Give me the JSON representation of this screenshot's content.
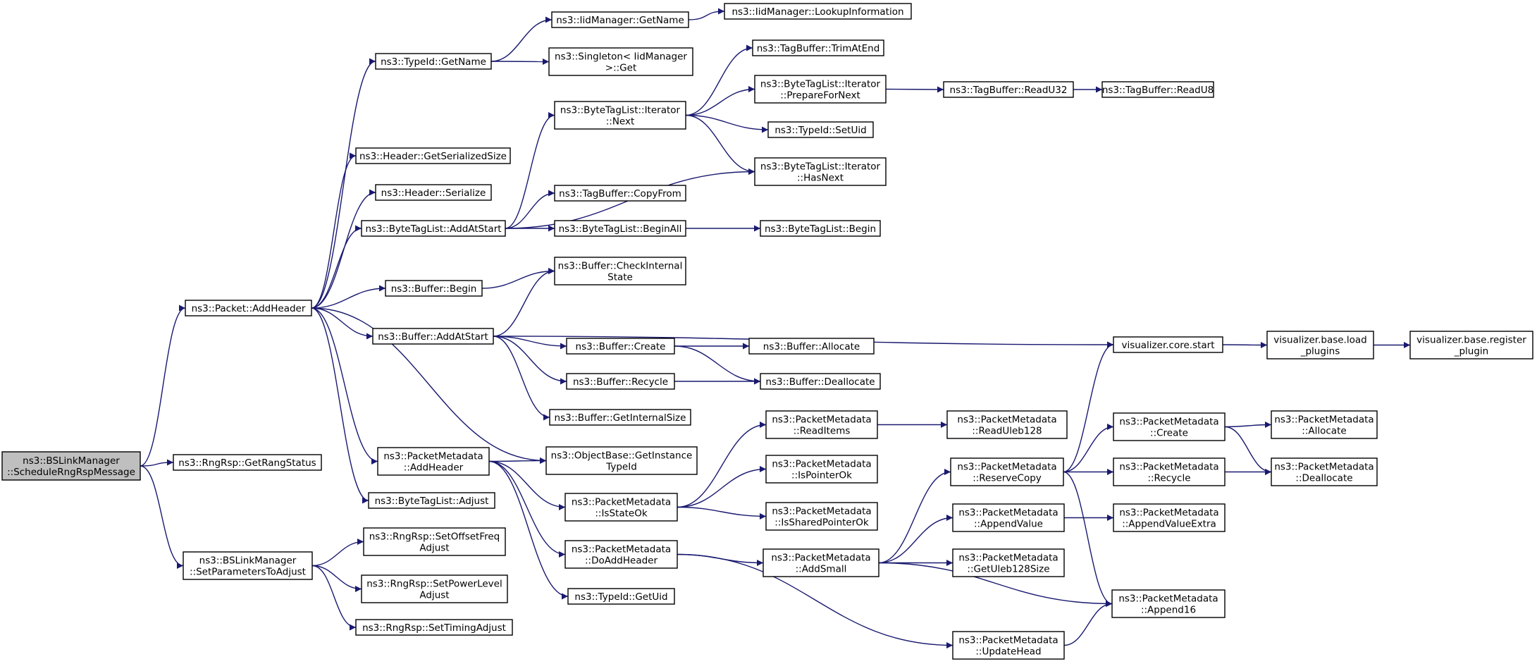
{
  "graph": {
    "edge_color": "#191970",
    "root_fill": "#bfbfbf",
    "nodes": [
      {
        "id": "root",
        "lines": [
          "ns3::BSLinkManager",
          "::ScheduleRngRspMessage"
        ],
        "root": true
      },
      {
        "id": "addHeader",
        "lines": [
          "ns3::Packet::AddHeader"
        ]
      },
      {
        "id": "getRangStatus",
        "lines": [
          "ns3::RngRsp::GetRangStatus"
        ]
      },
      {
        "id": "setParams",
        "lines": [
          "ns3::BSLinkManager",
          "::SetParametersToAdjust"
        ]
      },
      {
        "id": "typeGetName",
        "lines": [
          "ns3::TypeId::GetName"
        ]
      },
      {
        "id": "hdrSerSize",
        "lines": [
          "ns3::Header::GetSerializedSize"
        ]
      },
      {
        "id": "hdrSerialize",
        "lines": [
          "ns3::Header::Serialize"
        ]
      },
      {
        "id": "btlAddAtStart",
        "lines": [
          "ns3::ByteTagList::AddAtStart"
        ]
      },
      {
        "id": "bufBegin",
        "lines": [
          "ns3::Buffer::Begin"
        ]
      },
      {
        "id": "bufAddAtStart",
        "lines": [
          "ns3::Buffer::AddAtStart"
        ]
      },
      {
        "id": "pmAddHeader",
        "lines": [
          "ns3::PacketMetadata",
          "::AddHeader"
        ]
      },
      {
        "id": "btlAdjust",
        "lines": [
          "ns3::ByteTagList::Adjust"
        ]
      },
      {
        "id": "setOffset",
        "lines": [
          "ns3::RngRsp::SetOffsetFreq",
          "Adjust"
        ]
      },
      {
        "id": "setPower",
        "lines": [
          "ns3::RngRsp::SetPowerLevel",
          "Adjust"
        ]
      },
      {
        "id": "setTiming",
        "lines": [
          "ns3::RngRsp::SetTimingAdjust"
        ]
      },
      {
        "id": "iidGetName",
        "lines": [
          "ns3::IidManager::GetName"
        ]
      },
      {
        "id": "singletonGet",
        "lines": [
          "ns3::Singleton< IidManager",
          ">::Get"
        ]
      },
      {
        "id": "iidLookup",
        "lines": [
          "ns3::IidManager::LookupInformation"
        ]
      },
      {
        "id": "btlIterNext",
        "lines": [
          "ns3::ByteTagList::Iterator",
          "::Next"
        ]
      },
      {
        "id": "tbCopyFrom",
        "lines": [
          "ns3::TagBuffer::CopyFrom"
        ]
      },
      {
        "id": "btlBeginAll",
        "lines": [
          "ns3::ByteTagList::BeginAll"
        ]
      },
      {
        "id": "tbTrimAtEnd",
        "lines": [
          "ns3::TagBuffer::TrimAtEnd"
        ]
      },
      {
        "id": "btlPrepare",
        "lines": [
          "ns3::ByteTagList::Iterator",
          "::PrepareForNext"
        ]
      },
      {
        "id": "typeSetUid",
        "lines": [
          "ns3::TypeId::SetUid"
        ]
      },
      {
        "id": "btlHasNext",
        "lines": [
          "ns3::ByteTagList::Iterator",
          "::HasNext"
        ]
      },
      {
        "id": "tbReadU32",
        "lines": [
          "ns3::TagBuffer::ReadU32"
        ]
      },
      {
        "id": "tbReadU8",
        "lines": [
          "ns3::TagBuffer::ReadU8"
        ]
      },
      {
        "id": "btlBegin",
        "lines": [
          "ns3::ByteTagList::Begin"
        ]
      },
      {
        "id": "bufCheckInternal",
        "lines": [
          "ns3::Buffer::CheckInternal",
          "State"
        ]
      },
      {
        "id": "bufCreate",
        "lines": [
          "ns3::Buffer::Create"
        ]
      },
      {
        "id": "bufRecycle",
        "lines": [
          "ns3::Buffer::Recycle"
        ]
      },
      {
        "id": "bufGetInternalSize",
        "lines": [
          "ns3::Buffer::GetInternalSize"
        ]
      },
      {
        "id": "bufAllocate",
        "lines": [
          "ns3::Buffer::Allocate"
        ]
      },
      {
        "id": "bufDeallocate",
        "lines": [
          "ns3::Buffer::Deallocate"
        ]
      },
      {
        "id": "vizCoreStart",
        "lines": [
          "visualizer.core.start"
        ]
      },
      {
        "id": "vizLoadPlugins",
        "lines": [
          "visualizer.base.load",
          "_plugins"
        ]
      },
      {
        "id": "vizRegisterPlugin",
        "lines": [
          "visualizer.base.register",
          "_plugin"
        ]
      },
      {
        "id": "objGetInstanceTypeId",
        "lines": [
          "ns3::ObjectBase::GetInstance",
          "TypeId"
        ]
      },
      {
        "id": "pmIsStateOk",
        "lines": [
          "ns3::PacketMetadata",
          "::IsStateOk"
        ]
      },
      {
        "id": "pmDoAddHeader",
        "lines": [
          "ns3::PacketMetadata",
          "::DoAddHeader"
        ]
      },
      {
        "id": "typeGetUid",
        "lines": [
          "ns3::TypeId::GetUid"
        ]
      },
      {
        "id": "pmReadItems",
        "lines": [
          "ns3::PacketMetadata",
          "::ReadItems"
        ]
      },
      {
        "id": "pmIsPointerOk",
        "lines": [
          "ns3::PacketMetadata",
          "::IsPointerOk"
        ]
      },
      {
        "id": "pmIsSharedPointerOk",
        "lines": [
          "ns3::PacketMetadata",
          "::IsSharedPointerOk"
        ]
      },
      {
        "id": "pmAddSmall",
        "lines": [
          "ns3::PacketMetadata",
          "::AddSmall"
        ]
      },
      {
        "id": "pmUpdateHead",
        "lines": [
          "ns3::PacketMetadata",
          "::UpdateHead"
        ]
      },
      {
        "id": "pmReadUleb128",
        "lines": [
          "ns3::PacketMetadata",
          "::ReadUleb128"
        ]
      },
      {
        "id": "pmReserveCopy",
        "lines": [
          "ns3::PacketMetadata",
          "::ReserveCopy"
        ]
      },
      {
        "id": "pmAppendValue",
        "lines": [
          "ns3::PacketMetadata",
          "::AppendValue"
        ]
      },
      {
        "id": "pmGetUleb128Size",
        "lines": [
          "ns3::PacketMetadata",
          "::GetUleb128Size"
        ]
      },
      {
        "id": "pmAppend16",
        "lines": [
          "ns3::PacketMetadata",
          "::Append16"
        ]
      },
      {
        "id": "pmCreate",
        "lines": [
          "ns3::PacketMetadata",
          "::Create"
        ]
      },
      {
        "id": "pmRecycle",
        "lines": [
          "ns3::PacketMetadata",
          "::Recycle"
        ]
      },
      {
        "id": "pmAppendValueExtra",
        "lines": [
          "ns3::PacketMetadata",
          "::AppendValueExtra"
        ]
      },
      {
        "id": "pmAllocate",
        "lines": [
          "ns3::PacketMetadata",
          "::Allocate"
        ]
      },
      {
        "id": "pmDeallocate",
        "lines": [
          "ns3::PacketMetadata",
          "::Deallocate"
        ]
      }
    ],
    "edges": [
      [
        "root",
        "addHeader"
      ],
      [
        "root",
        "getRangStatus"
      ],
      [
        "root",
        "setParams"
      ],
      [
        "addHeader",
        "typeGetName"
      ],
      [
        "addHeader",
        "hdrSerSize"
      ],
      [
        "addHeader",
        "hdrSerialize"
      ],
      [
        "addHeader",
        "btlAddAtStart"
      ],
      [
        "addHeader",
        "bufBegin"
      ],
      [
        "addHeader",
        "bufAddAtStart"
      ],
      [
        "addHeader",
        "objGetInstanceTypeId"
      ],
      [
        "addHeader",
        "pmAddHeader"
      ],
      [
        "addHeader",
        "btlAdjust"
      ],
      [
        "setParams",
        "setOffset"
      ],
      [
        "setParams",
        "setPower"
      ],
      [
        "setParams",
        "setTiming"
      ],
      [
        "typeGetName",
        "iidGetName"
      ],
      [
        "typeGetName",
        "singletonGet"
      ],
      [
        "iidGetName",
        "iidLookup"
      ],
      [
        "btlAddAtStart",
        "btlIterNext"
      ],
      [
        "btlAddAtStart",
        "btlHasNext"
      ],
      [
        "btlAddAtStart",
        "tbCopyFrom"
      ],
      [
        "btlAddAtStart",
        "btlBeginAll"
      ],
      [
        "btlBeginAll",
        "btlBegin"
      ],
      [
        "btlIterNext",
        "tbTrimAtEnd"
      ],
      [
        "btlIterNext",
        "btlPrepare"
      ],
      [
        "btlIterNext",
        "typeSetUid"
      ],
      [
        "btlIterNext",
        "btlHasNext"
      ],
      [
        "btlPrepare",
        "tbReadU32"
      ],
      [
        "tbReadU32",
        "tbReadU8"
      ],
      [
        "bufBegin",
        "bufCheckInternal"
      ],
      [
        "bufAddAtStart",
        "bufCheckInternal"
      ],
      [
        "bufAddAtStart",
        "vizCoreStart"
      ],
      [
        "bufAddAtStart",
        "bufCreate"
      ],
      [
        "bufAddAtStart",
        "bufRecycle"
      ],
      [
        "bufAddAtStart",
        "bufGetInternalSize"
      ],
      [
        "bufCreate",
        "bufAllocate"
      ],
      [
        "bufCreate",
        "bufDeallocate"
      ],
      [
        "bufRecycle",
        "bufDeallocate"
      ],
      [
        "vizCoreStart",
        "vizLoadPlugins"
      ],
      [
        "vizLoadPlugins",
        "vizRegisterPlugin"
      ],
      [
        "pmAddHeader",
        "objGetInstanceTypeId"
      ],
      [
        "pmAddHeader",
        "pmIsStateOk"
      ],
      [
        "pmAddHeader",
        "pmDoAddHeader"
      ],
      [
        "pmAddHeader",
        "typeGetUid"
      ],
      [
        "pmIsStateOk",
        "pmReadItems"
      ],
      [
        "pmIsStateOk",
        "pmIsPointerOk"
      ],
      [
        "pmIsStateOk",
        "pmIsSharedPointerOk"
      ],
      [
        "pmReadItems",
        "pmReadUleb128"
      ],
      [
        "pmDoAddHeader",
        "pmAddSmall"
      ],
      [
        "pmDoAddHeader",
        "pmUpdateHead"
      ],
      [
        "pmAddSmall",
        "pmReserveCopy"
      ],
      [
        "pmAddSmall",
        "pmAppendValue"
      ],
      [
        "pmAddSmall",
        "pmGetUleb128Size"
      ],
      [
        "pmAddSmall",
        "pmAppend16"
      ],
      [
        "pmUpdateHead",
        "pmAppend16"
      ],
      [
        "pmReserveCopy",
        "vizCoreStart"
      ],
      [
        "pmReserveCopy",
        "pmCreate"
      ],
      [
        "pmReserveCopy",
        "pmRecycle"
      ],
      [
        "pmReserveCopy",
        "pmAppend16"
      ],
      [
        "pmAppendValue",
        "pmAppendValueExtra"
      ],
      [
        "pmCreate",
        "pmAllocate"
      ],
      [
        "pmCreate",
        "pmDeallocate"
      ],
      [
        "pmRecycle",
        "pmDeallocate"
      ]
    ]
  }
}
